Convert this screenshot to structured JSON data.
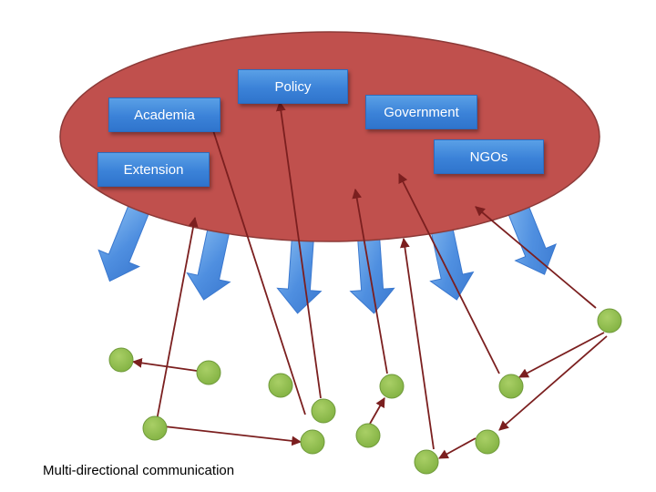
{
  "diagram": {
    "stakeholders": [
      "Policy",
      "Academia",
      "Government",
      "Extension",
      "NGOs"
    ],
    "caption": "Multi-directional communication"
  },
  "colors": {
    "ellipse_fill": "#c0504d",
    "box_fill": "#4a90e2",
    "arrow_blue": "#4f8fe0",
    "node_fill": "#8fbc4f",
    "line_dark_red": "#7b1f1f"
  }
}
